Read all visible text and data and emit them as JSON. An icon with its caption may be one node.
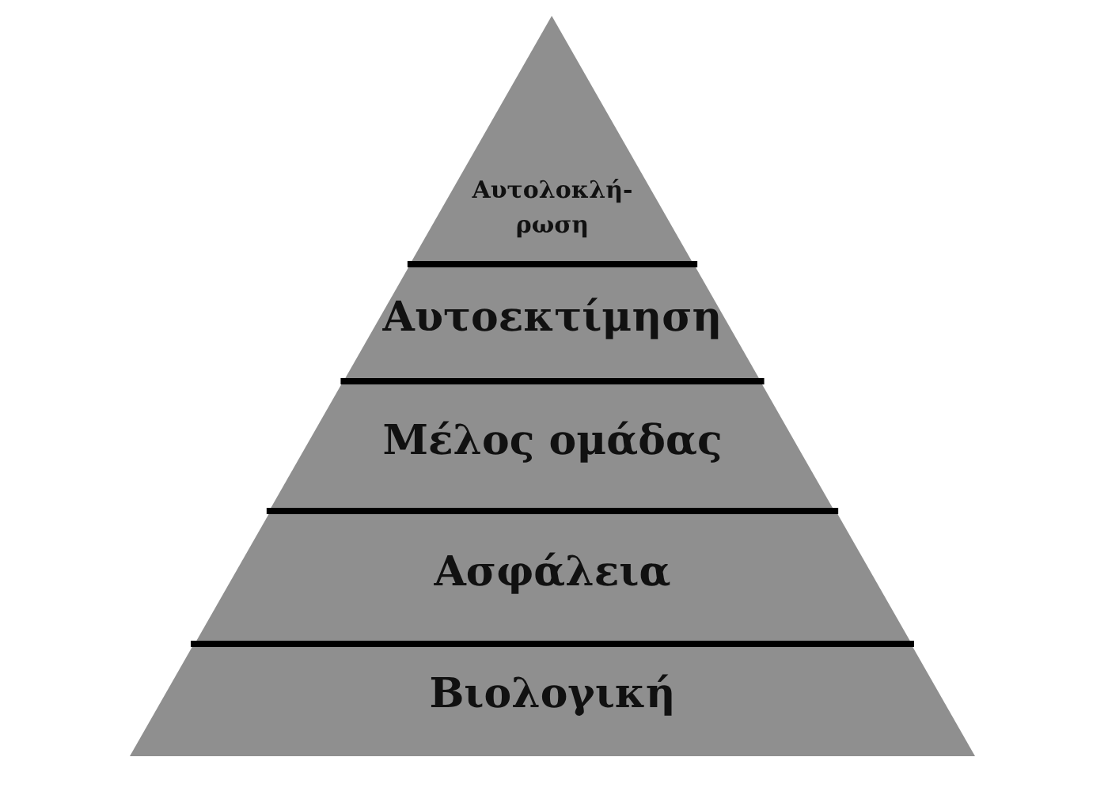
{
  "diagram": {
    "nodes": [
      {
        "text": [
          "Αυτολοκλή-ρωση"
        ]
      },
      {
        "text": [
          "Αυτοεκτίμηση"
        ]
      },
      {
        "text": [
          "Μέλος ομάδας"
        ]
      },
      {
        "text": [
          "Ασφάλεια"
        ]
      },
      {
        "text": [
          "Βιολογική"
        ]
      }
    ]
  }
}
